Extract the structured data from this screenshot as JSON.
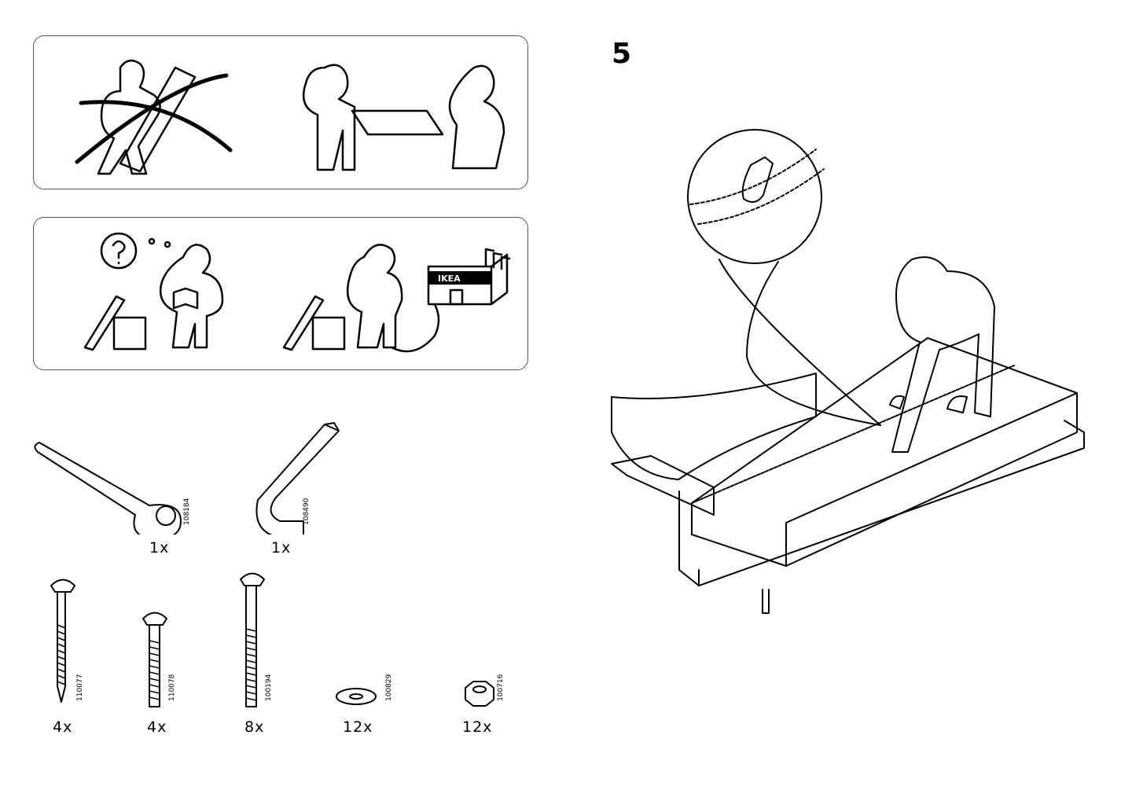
{
  "step": {
    "number": "5"
  },
  "panel_store": {
    "sign": "IKEA"
  },
  "tools": [
    {
      "code": "108184",
      "qty": "1x"
    },
    {
      "code": "108490",
      "qty": "1x"
    }
  ],
  "hardware": [
    {
      "code": "110077",
      "qty": "4x"
    },
    {
      "code": "110078",
      "qty": "4x"
    },
    {
      "code": "100194",
      "qty": "8x"
    },
    {
      "code": "100829",
      "qty": "12x"
    },
    {
      "code": "100716",
      "qty": "12x"
    }
  ]
}
